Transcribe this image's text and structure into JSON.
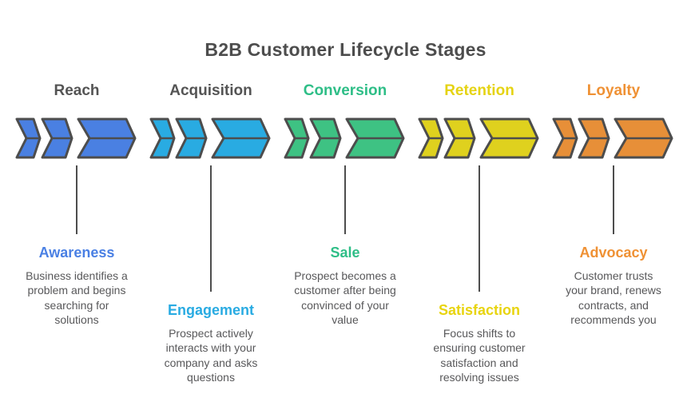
{
  "title": "B2B Customer Lifecycle Stages",
  "colors": {
    "background": "#ffffff",
    "outline": "#4d4d4d",
    "title_text": "#4d4d4d",
    "description_text": "#58585a",
    "connector_line": "#4d4d4d",
    "blue": "#4a80e2",
    "cyan": "#29abe2",
    "green": "#3ec283",
    "yellow": "#dfd11e",
    "orange": "#e78f38"
  },
  "stages": [
    {
      "name": "Reach",
      "name_color": "#545454",
      "arrow_color": "#4a80e2",
      "label": "Awareness",
      "label_color": "#4a80e4",
      "description": "Business identifies a\nproblem and begins\nsearching for\nsolutions"
    },
    {
      "name": "Acquisition",
      "name_color": "#545454",
      "arrow_color": "#29abe2",
      "label": "Engagement",
      "label_color": "#29abe2",
      "description": "Prospect actively\ninteracts with your\ncompany and asks\nquestions"
    },
    {
      "name": "Conversion",
      "name_color": "#2ebe87",
      "arrow_color": "#3ec283",
      "label": "Sale",
      "label_color": "#2ebe87",
      "description": "Prospect becomes a\ncustomer after being\nconvinced of your\nvalue"
    },
    {
      "name": "Retention",
      "name_color": "#e5d313",
      "arrow_color": "#dfd11e",
      "label": "Satisfaction",
      "label_color": "#e8d40f",
      "description": "Focus shifts to\nensuring customer\nsatisfaction and\nresolving issues"
    },
    {
      "name": "Loyalty",
      "name_color": "#ef9134",
      "arrow_color": "#e78f38",
      "label": "Advocacy",
      "label_color": "#ef9134",
      "description": "Customer trusts\nyour brand, renews\ncontracts, and\nrecommends you"
    }
  ]
}
